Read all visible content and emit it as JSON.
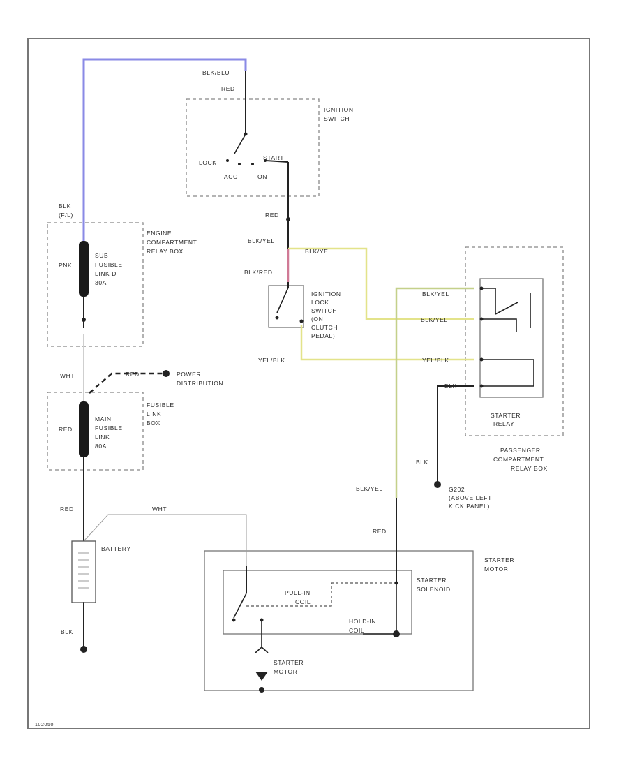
{
  "colors": {
    "wire_blue": "#8a8ae6",
    "wire_yellow": "#e3e38a",
    "wire_yel_green": "#c4d08a",
    "wire_red": "#d07a96",
    "wire_dark": "#222222",
    "wire_white": "#b8b8b8"
  },
  "labels": {
    "top_wire": "BLK/BLU",
    "red_top": "RED",
    "ign_sw_1": "IGNITION",
    "ign_sw_2": "SWITCH",
    "lock": "LOCK",
    "start": "START",
    "acc": "ACC",
    "on": "ON",
    "red_mid": "RED",
    "blk_yel_1": "BLK/YEL",
    "blk_yel_2": "BLK/YEL",
    "blk_red": "BLK/RED",
    "ign_lock_1": "IGNITION",
    "ign_lock_2": "LOCK",
    "ign_lock_3": "SWITCH",
    "ign_lock_4": "(ON",
    "ign_lock_5": "CLUTCH",
    "ign_lock_6": "PEDAL)",
    "yel_blk_left": "YEL/BLK",
    "yel_blk_right": "YEL/BLK",
    "blk_yel_r1": "BLK/YEL",
    "blk_yel_r2": "BLK/YEL",
    "blk_r": "BLK",
    "starter_relay_1": "STARTER",
    "starter_relay_2": "RELAY",
    "pass_1": "PASSENGER",
    "pass_2": "COMPARTMENT",
    "pass_3": "RELAY BOX",
    "blk_g": "BLK",
    "g202_1": "G202",
    "g202_2": "(ABOVE LEFT",
    "g202_3": "KICK PANEL)",
    "blk_yel_low": "BLK/YEL",
    "red_low": "RED",
    "blk_top_left": "BLK",
    "blk_top_left_2": "(F/L)",
    "pnk": "PNK",
    "sub_fl_1": "SUB",
    "sub_fl_2": "FUSIBLE",
    "sub_fl_3": "LINK D",
    "sub_fl_4": "30A",
    "engine_1": "ENGINE",
    "engine_2": "COMPARTMENT",
    "engine_3": "RELAY BOX",
    "wht_1": "WHT",
    "red_pd": "RED",
    "power_1": "POWER",
    "power_2": "DISTRIBUTION",
    "red_main": "RED",
    "main_fl_1": "MAIN",
    "main_fl_2": "FUSIBLE",
    "main_fl_3": "LINK",
    "main_fl_4": "80A",
    "fl_box_1": "FUSIBLE",
    "fl_box_2": "LINK",
    "fl_box_3": "BOX",
    "red_bat": "RED",
    "wht_bat": "WHT",
    "battery": "BATTERY",
    "blk_bat": "BLK",
    "starter_motor_1": "STARTER",
    "starter_motor_2": "MOTOR",
    "pullin_1": "PULL-IN",
    "pullin_2": "COIL",
    "holdin_1": "HOLD-IN",
    "holdin_2": "COIL",
    "solenoid_1": "STARTER",
    "solenoid_2": "SOLENOID",
    "motor_1": "STARTER",
    "motor_2": "MOTOR",
    "figure_id": "102050"
  }
}
